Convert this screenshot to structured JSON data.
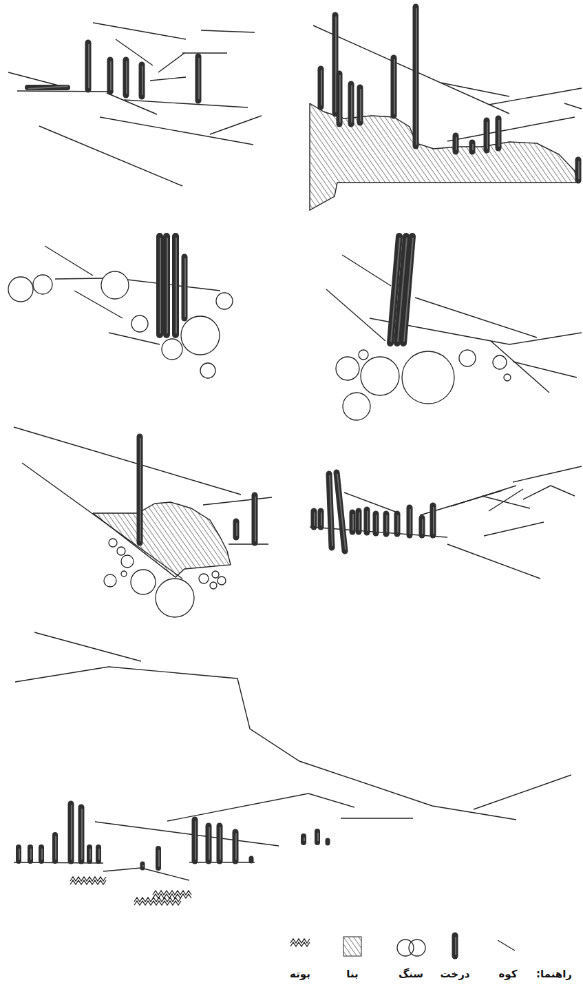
{
  "diagram": {
    "labels": [
      "راهنما:"
    ],
    "legend": [
      {
        "text": "کوه"
      },
      {
        "text": "درخت"
      },
      {
        "text": "سنگ"
      },
      {
        "text": "بنا"
      },
      {
        "text": "بوته"
      }
    ]
  }
}
